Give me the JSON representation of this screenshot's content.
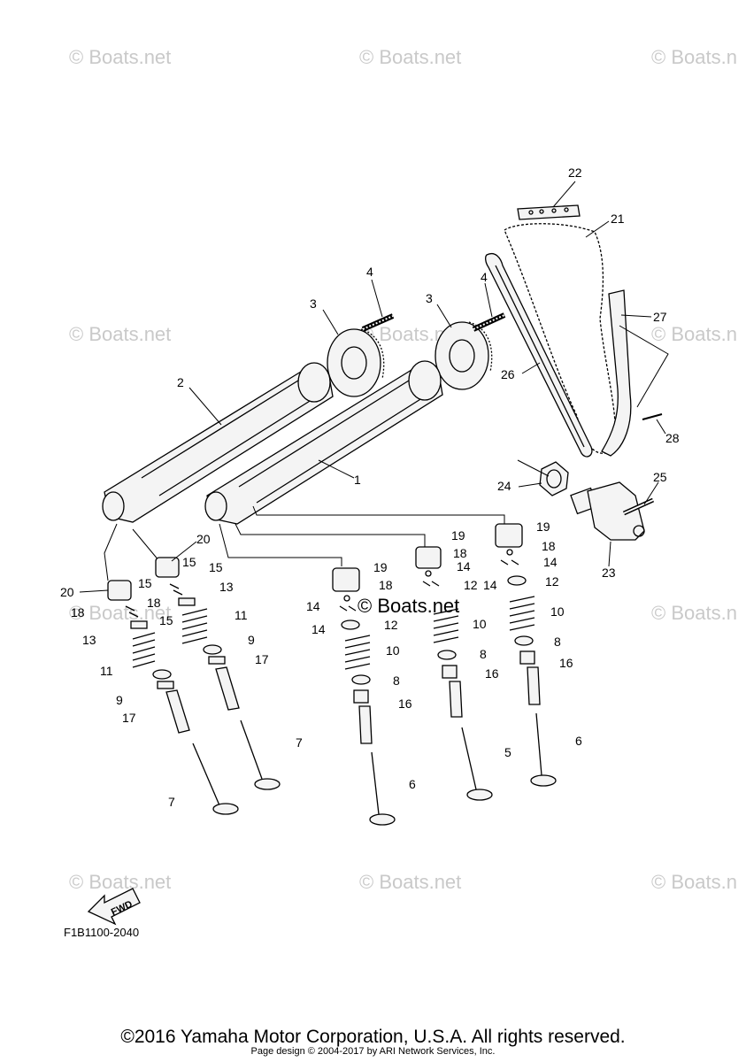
{
  "diagram": {
    "figure_code": "F1B1100-2040",
    "fwd_label": "FWD",
    "watermarks": [
      "© Boats.net",
      "© Boats.net",
      "© Boats.n",
      "© Boats.net",
      "© Boats.net",
      "© Boats.n",
      "© Boats.net",
      "© Boats.n",
      "© Boats.net",
      "© Boats.net",
      "© Boats.n"
    ],
    "center_watermark": "© Boats.net",
    "callouts": {
      "c22": "22",
      "c21": "21",
      "c27": "27",
      "c26": "26",
      "c28": "28",
      "c25": "25",
      "c24": "24",
      "c23": "23",
      "c4a": "4",
      "c3a": "3",
      "c4b": "4",
      "c3b": "3",
      "c2": "2",
      "c1": "1",
      "c20a": "20",
      "c15a": "15",
      "c18a": "18",
      "c15b": "15",
      "c13a": "13",
      "c11a": "11",
      "c9a": "9",
      "c17a": "17",
      "c7a": "7",
      "c20b": "20",
      "c15c": "15",
      "c18b": "18",
      "c15d": "15",
      "c13b": "13",
      "c11b": "11",
      "c9b": "9",
      "c17b": "17",
      "c7b": "7",
      "c19a": "19",
      "c18c": "18",
      "c14a": "14",
      "c14b": "14",
      "c12a": "12",
      "c10a": "10",
      "c8a": "8",
      "c16a": "16",
      "c6a": "6",
      "c19b": "19",
      "c18d": "18",
      "c14c": "14",
      "c12b": "12",
      "c10b": "10",
      "c8b": "8",
      "c16b": "16",
      "c5": "5",
      "c19c": "19",
      "c18e": "18",
      "c14d": "14",
      "c14e": "14",
      "c12c": "12",
      "c10c": "10",
      "c8c": "8",
      "c16c": "16",
      "c6b": "6"
    }
  },
  "footer": {
    "copyright": "©2016 Yamaha Motor Corporation, U.S.A. All rights reserved.",
    "page_design": "Page design © 2004-2017 by ARI Network Services, Inc."
  }
}
